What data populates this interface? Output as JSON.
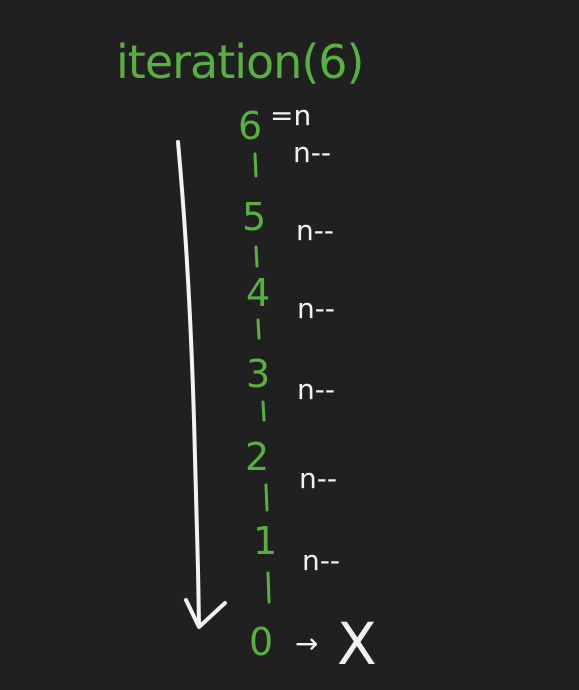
{
  "title": "iteration(6)",
  "start": {
    "value": "6",
    "assign": "=n"
  },
  "steps": [
    {
      "op": "n--",
      "value": "5"
    },
    {
      "op": "n--",
      "value": "4"
    },
    {
      "op": "n--",
      "value": "3"
    },
    {
      "op": "n--",
      "value": "2"
    },
    {
      "op": "n--",
      "value": "1"
    },
    {
      "op": "n--",
      "value": "0"
    }
  ],
  "result_arrow": "→",
  "result_stop": "X",
  "colors": {
    "background": "#202020",
    "green": "#58b040",
    "white": "#f2f2f2"
  }
}
